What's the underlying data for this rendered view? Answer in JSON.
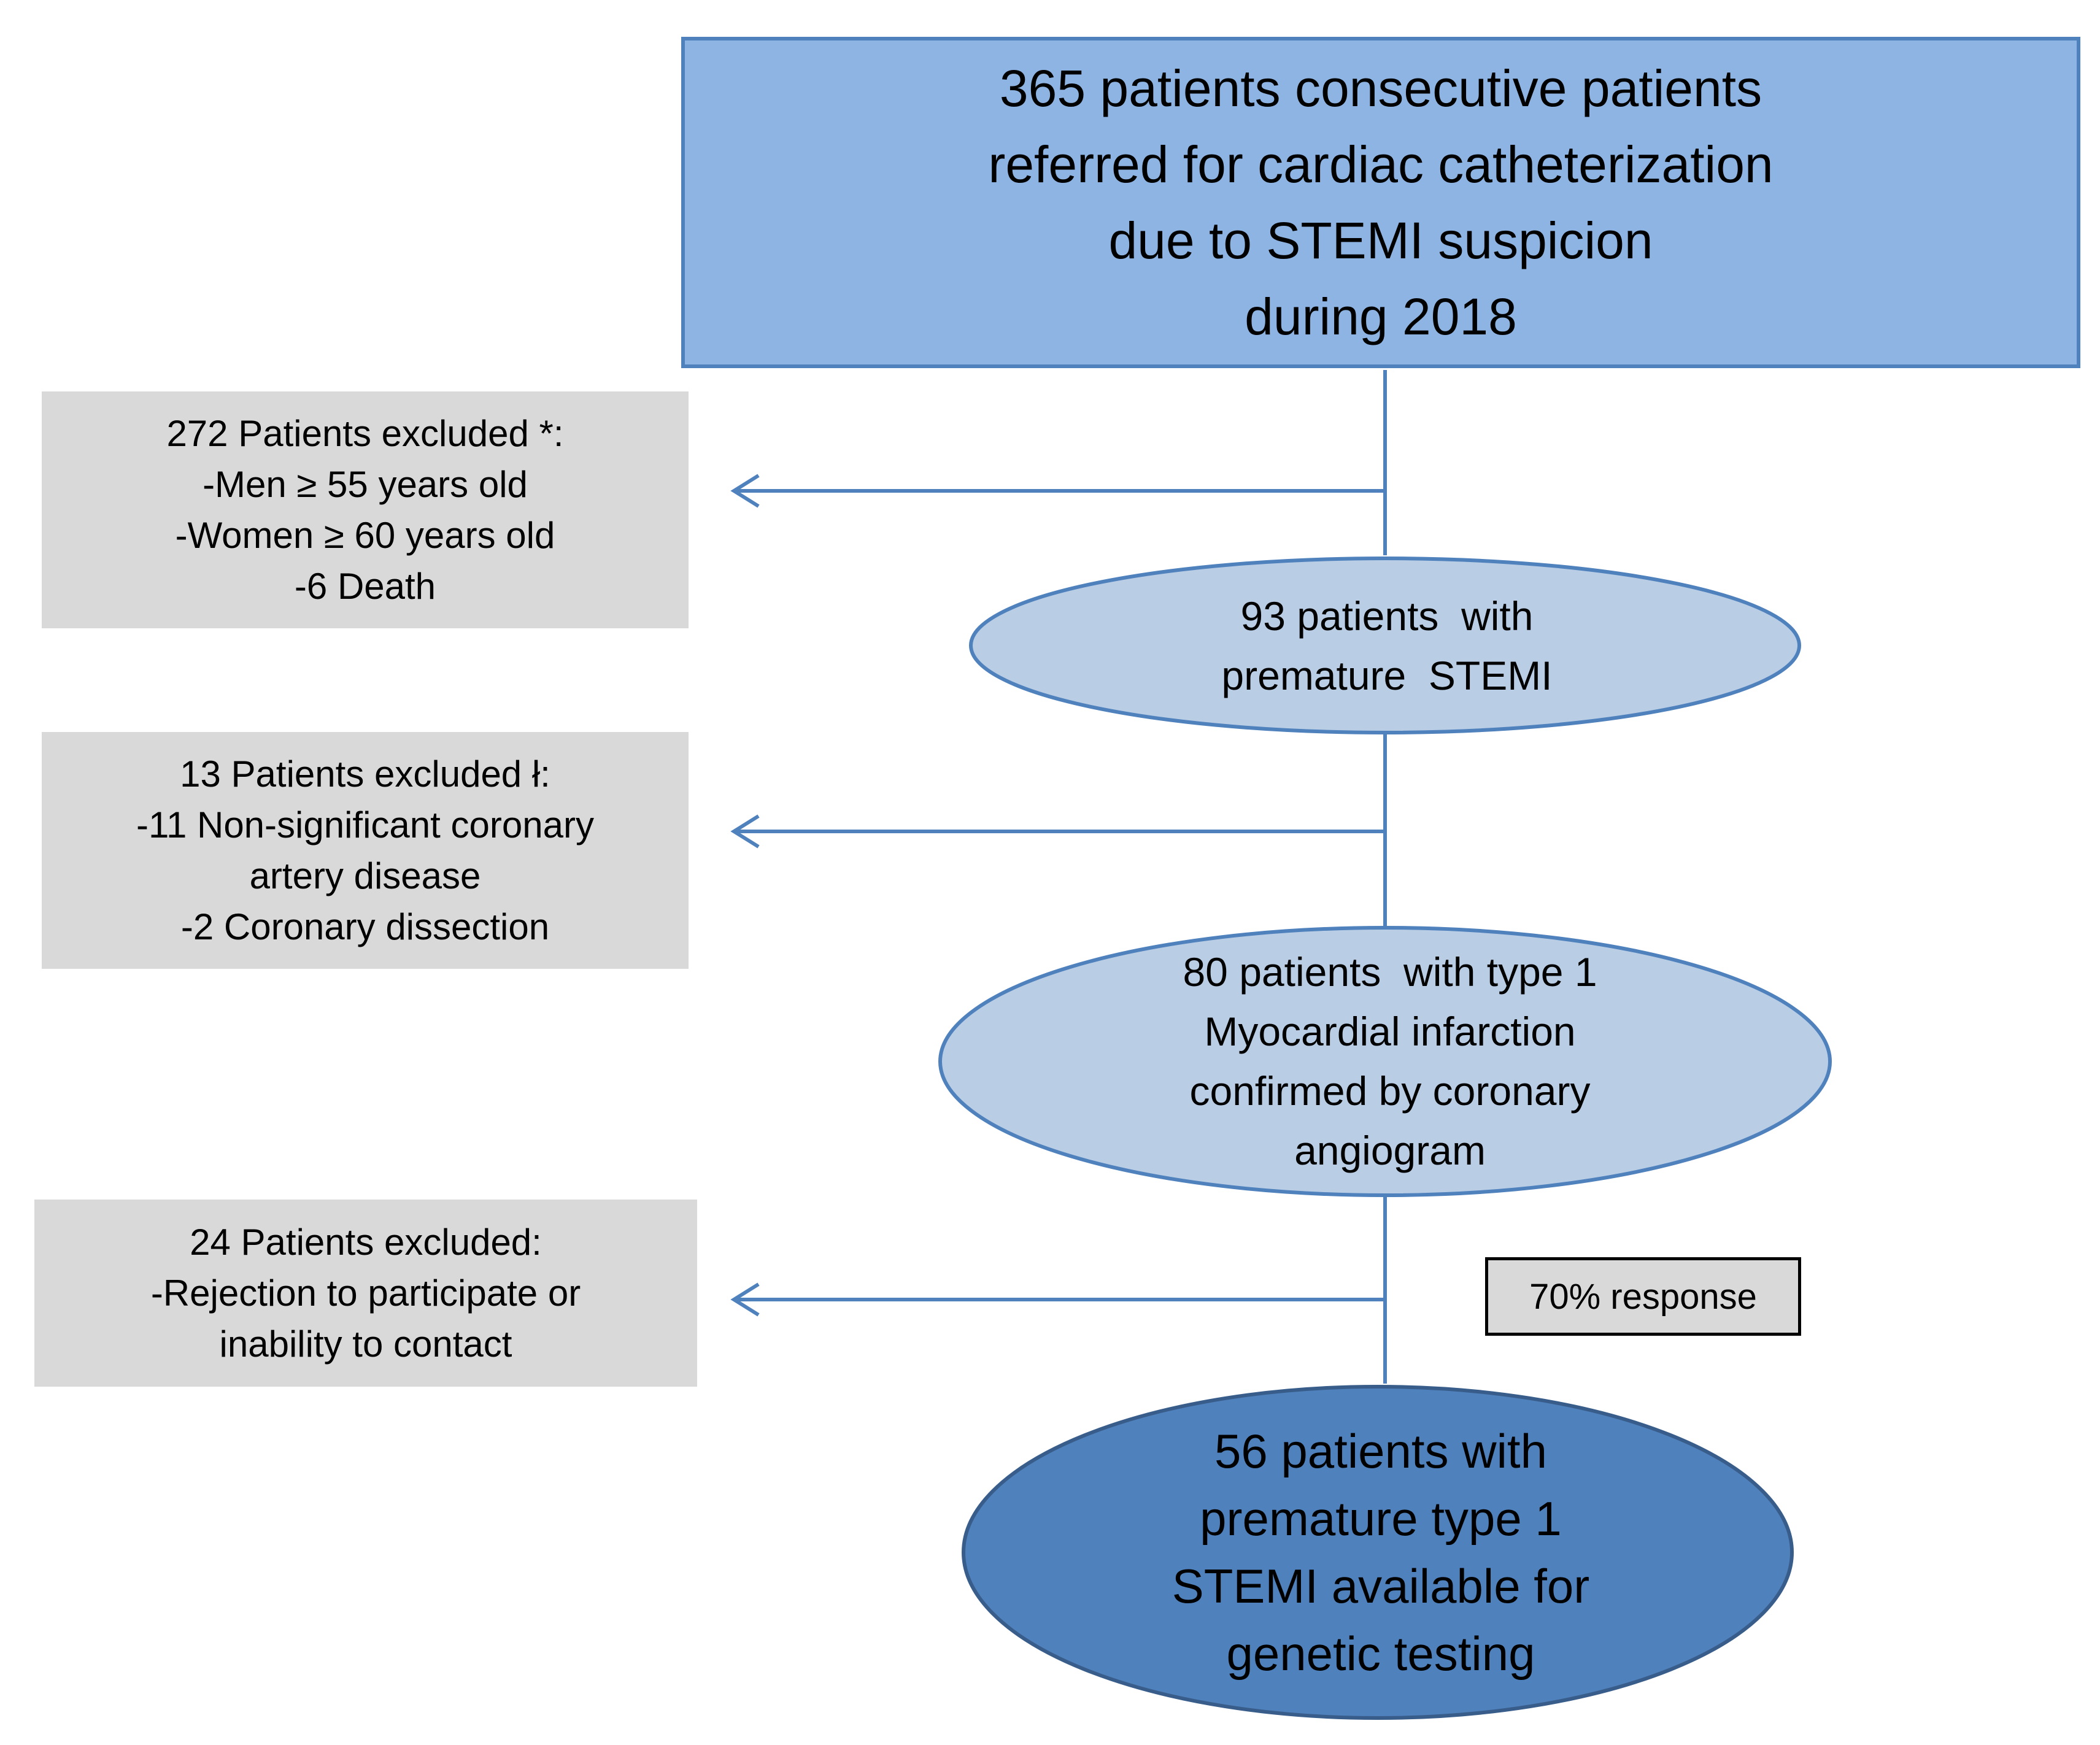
{
  "colors": {
    "top_fill": "#8eb4e3",
    "border_blue": "#4f81bd",
    "oval_light_fill": "#b9cde5",
    "oval_dark_fill": "#4f81bd",
    "oval_dark_border": "#385d8a",
    "exclusion_fill": "#d9d9d9",
    "connector": "#4f81bd"
  },
  "top_box": {
    "lines": [
      "365 patients consecutive patients",
      "referred for cardiac catheterization",
      "due to STEMI suspicion",
      "during 2018"
    ]
  },
  "exclusions": [
    {
      "lines": [
        "272 Patients excluded *:",
        "-Men ≥ 55 years old",
        "-Women ≥ 60 years old",
        "-6 Death"
      ]
    },
    {
      "lines": [
        "13 Patients excluded ł:",
        "-11 Non-significant coronary",
        "artery disease",
        "-2 Coronary dissection"
      ]
    },
    {
      "lines": [
        "24 Patients excluded:",
        "-Rejection to participate or",
        "inability to contact"
      ]
    }
  ],
  "ovals": [
    {
      "lines": [
        "93 patients  with",
        "premature  STEMI"
      ]
    },
    {
      "lines": [
        "80 patients  with type 1",
        "Myocardial infarction",
        "confirmed by coronary",
        "angiogram"
      ]
    },
    {
      "lines": [
        "56 patients with",
        "premature type 1",
        "STEMI available for",
        "genetic testing"
      ]
    }
  ],
  "response_label": "70% response"
}
